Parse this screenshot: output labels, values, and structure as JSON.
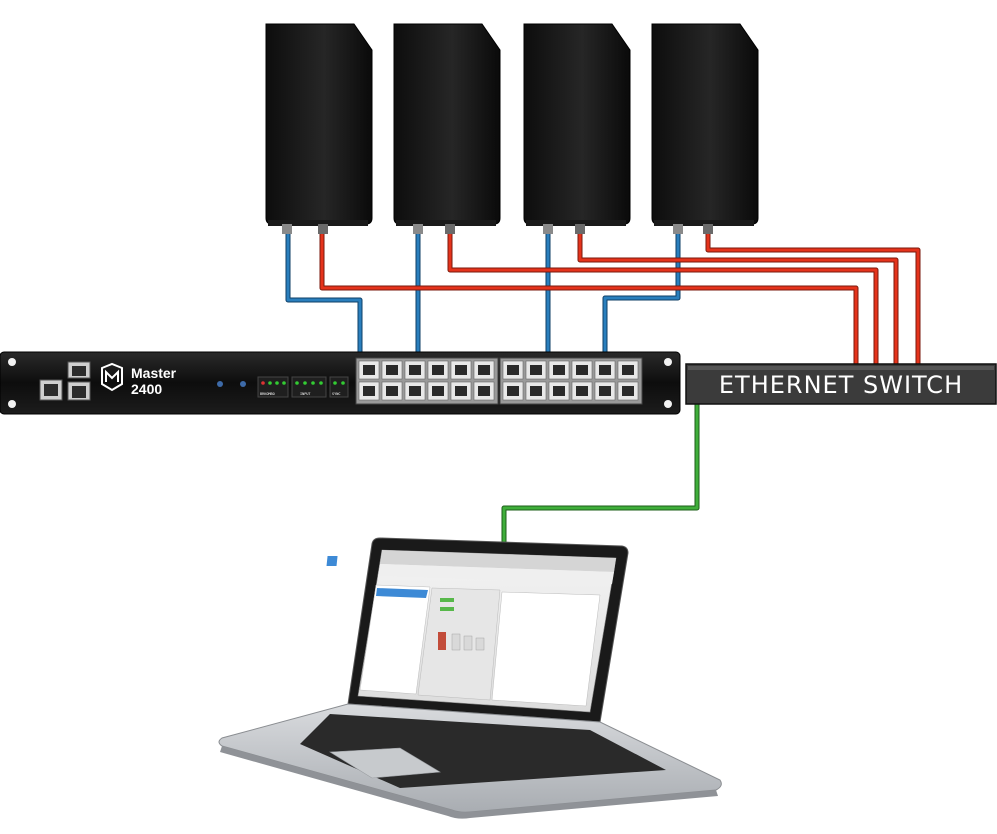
{
  "switch": {
    "label": "ETHERNET SWITCH"
  },
  "master": {
    "name": "Master",
    "model": "2400"
  },
  "panel_labels": [
    "BRKOMBO",
    "INPUT",
    "SYNC"
  ],
  "colors": {
    "cable_red": "#e5331b",
    "cable_blue": "#2a7fbd",
    "cable_green": "#3fae3a",
    "device_black": "#151515",
    "switch_body": "#3b3b3b"
  },
  "icons": [
    "camera-device-icon",
    "network-port-icon",
    "laptop-icon",
    "master-logo-icon"
  ]
}
